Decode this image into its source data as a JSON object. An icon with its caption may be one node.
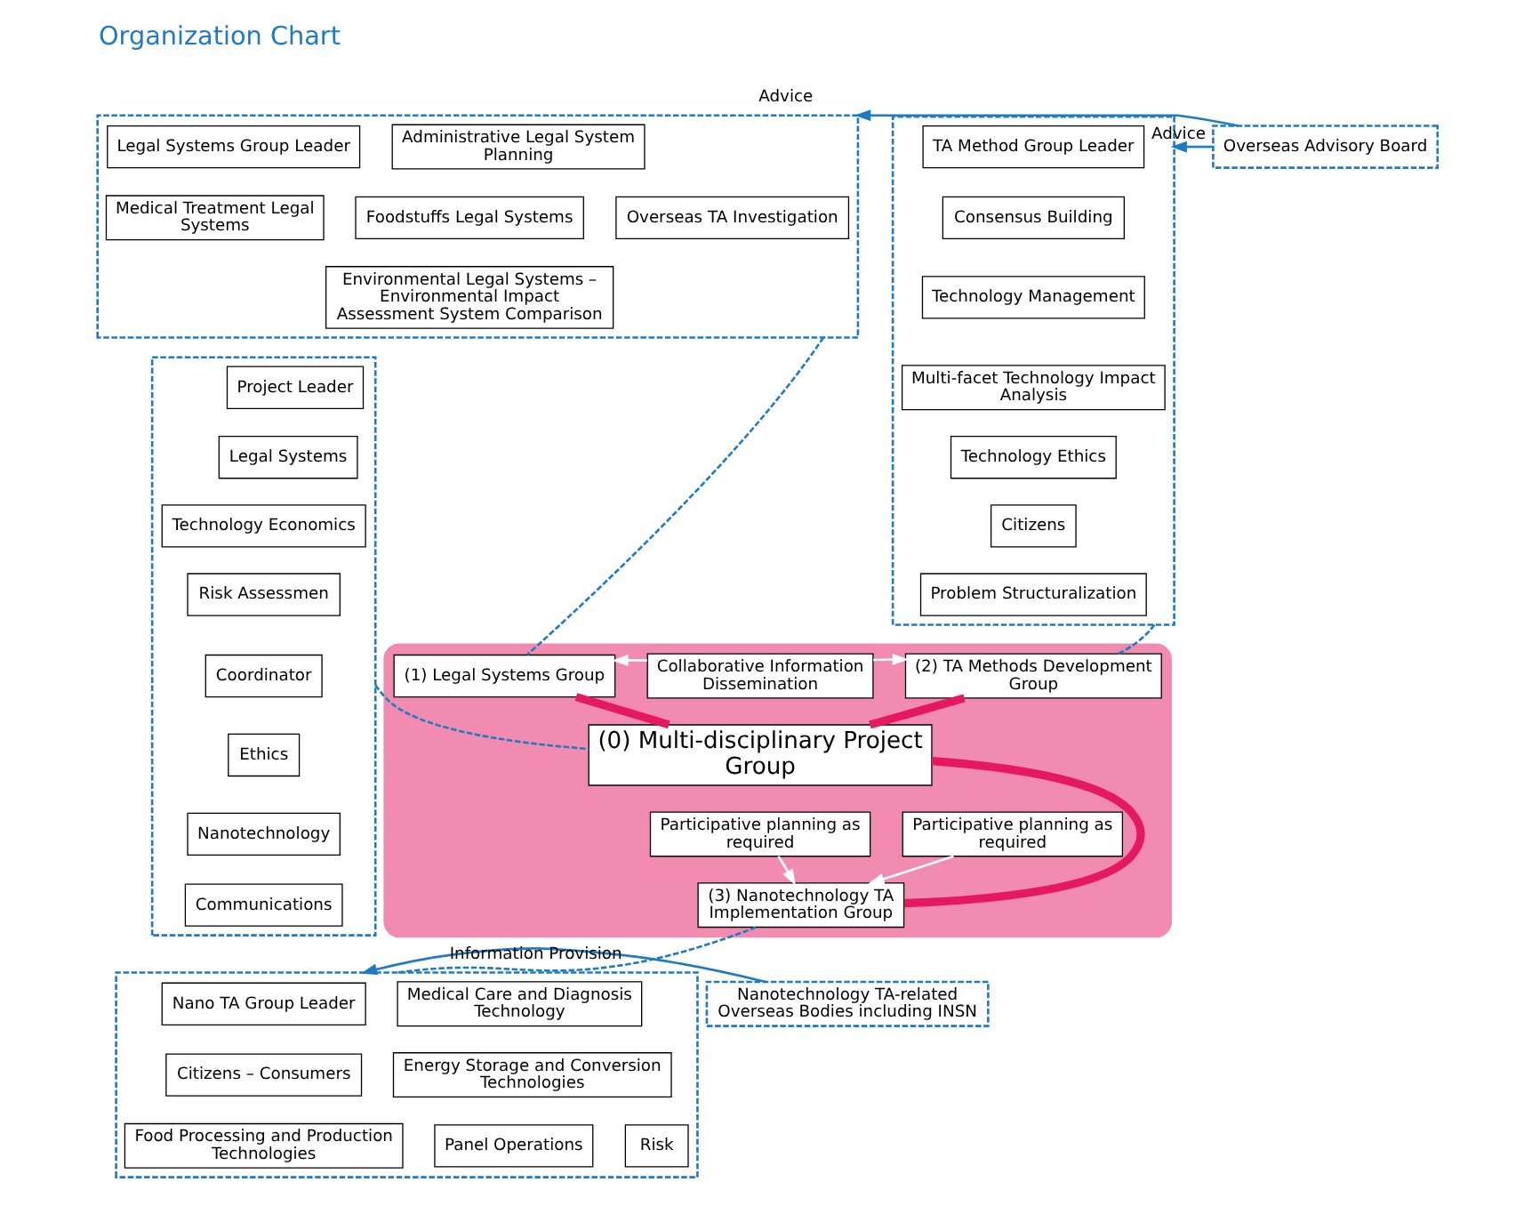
{
  "diagram": {
    "title": "Organization Chart",
    "nodes": [
      {
        "text": [],
        "shape": "box"
      },
      {
        "text": [
          "Legal Systems Group Leader"
        ],
        "in": 0
      },
      {
        "text": [
          "Administrative Legal System Planning"
        ],
        "in": 0
      },
      {
        "text": [
          "Medical Treatment Legal Systems"
        ],
        "in": 0
      },
      {
        "text": [
          "Foodstuffs Legal Systems"
        ],
        "in": 0
      },
      {
        "text": [
          "Overseas TA Investigation"
        ],
        "in": 0
      },
      {
        "text": [
          "Environmental Legal Systems – Environmental Impact Assessment System Comparison"
        ],
        "in": 0
      },
      {
        "text": [
          "Overseas Advisory Board"
        ]
      },
      {
        "text": [],
        "shape": "box"
      },
      {
        "text": [
          "TA Method Group Leader"
        ],
        "in": 8
      },
      {
        "text": [
          "Consensus Building"
        ],
        "in": 8
      },
      {
        "text": [
          "Technology Management"
        ],
        "in": 8
      },
      {
        "text": [
          "Multi-facet Technology Impact Analysis"
        ],
        "in": 8
      },
      {
        "text": [
          "Technology Ethics"
        ],
        "in": 8
      },
      {
        "text": [
          "Citizens"
        ],
        "in": 8
      },
      {
        "text": [
          "Problem Structuralization"
        ],
        "in": 8
      },
      {
        "text": [],
        "shape": "box"
      },
      {
        "text": [
          "Project Leader"
        ],
        "in": 16
      },
      {
        "text": [
          "Legal Systems"
        ],
        "in": 16
      },
      {
        "text": [
          "Technology Economics"
        ],
        "in": 16
      },
      {
        "text": [
          "Risk Assessmen"
        ],
        "in": 16
      },
      {
        "text": [
          "Coordinator"
        ],
        "in": 16
      },
      {
        "text": [
          "Ethics"
        ],
        "in": 16
      },
      {
        "text": [
          "Nanotechnology"
        ],
        "in": 16
      },
      {
        "text": [
          "Communications"
        ],
        "in": 16
      },
      {
        "text": [],
        "shape": "ring"
      },
      {
        "text": [
          "(1) Legal Systems Group"
        ],
        "in": 25
      },
      {
        "text": [
          "Collaborative Information Dissemination"
        ],
        "in": 25
      },
      {
        "text": [
          "(2) TA Methods Development Group"
        ],
        "in": 25
      },
      {
        "text": [
          "(0) Multi-disciplinary Project Group"
        ],
        "in": 25
      },
      {
        "text": [
          "Participative planning as required"
        ],
        "in": 25
      },
      {
        "text": [
          "Participative planning as required"
        ],
        "in": 25
      },
      {
        "text": [
          "(3) Nanotechnology TA Implementation Group"
        ],
        "in": 25
      },
      {
        "text": [
          "Nanotechnology TA-related Overseas Bodies including INSN"
        ]
      },
      {
        "text": [],
        "shape": "box"
      },
      {
        "text": [
          "Nano TA Group Leader"
        ],
        "in": 34
      },
      {
        "text": [
          "Medical Care and Diagnosis Technology"
        ],
        "in": 34
      },
      {
        "text": [
          "Citizens – Consumers"
        ],
        "in": 34
      },
      {
        "text": [
          "Energy Storage and Conversion Technologies"
        ],
        "in": 34
      },
      {
        "text": [
          "Food Processing and Production Technologies"
        ],
        "in": 34
      },
      {
        "text": [
          "Panel Operations"
        ],
        "in": 34
      },
      {
        "text": [
          "Risk"
        ],
        "in": 34
      }
    ],
    "edges": [
      {
        "from": 7,
        "to": 0,
        "arrow": "to",
        "label": "Advice"
      },
      {
        "from": 7,
        "to": 8,
        "arrow": "to",
        "label": "Advice"
      },
      {
        "from": 0,
        "to": 26,
        "arrow": "none",
        "style": "dashed"
      },
      {
        "from": 8,
        "to": 28,
        "arrow": "none",
        "style": "dashed"
      },
      {
        "from": 16,
        "to": 29,
        "arrow": "none",
        "style": "dashed"
      },
      {
        "from": 27,
        "to": 26,
        "arrow": "to",
        "color": "#ffffff"
      },
      {
        "from": 27,
        "to": 28,
        "arrow": "to",
        "color": "#ffffff"
      },
      {
        "from": 29,
        "to": 26,
        "arrow": "none",
        "style": "thick",
        "color": "#e5195e"
      },
      {
        "from": 29,
        "to": 28,
        "arrow": "none",
        "style": "thick",
        "color": "#e5195e"
      },
      {
        "from": 29,
        "to": 32,
        "arrow": "none",
        "style": "thick",
        "color": "#e5195e"
      },
      {
        "from": 30,
        "to": 32,
        "arrow": "to",
        "color": "#ffffff"
      },
      {
        "from": 31,
        "to": 32,
        "arrow": "to",
        "color": "#ffffff"
      },
      {
        "from": 32,
        "to": 34,
        "arrow": "none",
        "style": "dashed"
      },
      {
        "from": 33,
        "to": 34,
        "arrow": "to",
        "label": "Information Provision"
      }
    ]
  }
}
